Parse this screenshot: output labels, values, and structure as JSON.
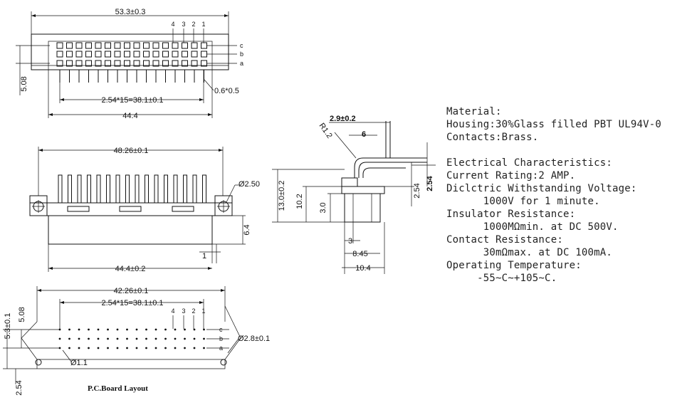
{
  "top_view": {
    "width_dim": "53.3±0.3",
    "pin_numbers": [
      "4",
      "3",
      "2",
      "1"
    ],
    "row_labels": [
      "c",
      "b",
      "a"
    ],
    "height_dim": "5.08",
    "pitch_dim": "2.54*15=38.1±0.1",
    "pin_dim": "0.6*0.5",
    "body_dim": "44.4"
  },
  "front_view": {
    "width_dim": "48.26±0.1",
    "hole_dim": "Ø2.50",
    "depth_dim": "6.4",
    "small_dim": "1",
    "body_dim": "44.4±0.2"
  },
  "side_view": {
    "dim_top": "2.9±0.2",
    "radius": "R1.2",
    "dim_6": "6",
    "dim_254_bold": "2.54",
    "dim_254a": "2.54",
    "dim_13": "13.0±0.2",
    "dim_102": "10.2",
    "dim_30": "3.0",
    "dim_3": "3",
    "dim_845": "8.45",
    "dim_104": "10.4"
  },
  "pcb_layout": {
    "width_dim": "42.26±0.1",
    "pitch_dim": "2.54*15=38.1±0.1",
    "pin_numbers": [
      "4",
      "3",
      "2",
      "1"
    ],
    "row_labels": [
      "c",
      "b",
      "a"
    ],
    "dim_53": "5.3±0.1",
    "dim_508": "5.08",
    "dim_254": "2.54",
    "hole_small": "Ø1.1",
    "hole_large": "Ø2.8±0.1",
    "caption": "P.C.Board Layout"
  },
  "specs": {
    "material_title": "Material:",
    "housing": "Housing:30%Glass filled PBT UL94V-0",
    "contacts": "Contacts:Brass.",
    "electrical_title": "Electrical Characteristics:",
    "current": "Current Rating:2 AMP.",
    "dielectric": "Diclctric Withstanding Voltage:",
    "dielectric_value": "      1000V for 1 minute.",
    "insulator": "Insulator Resistance:",
    "insulator_value": "      1000MΩmin. at DC 500V.",
    "contact_res": "Contact Resistance:",
    "contact_res_value": "      30mΩmax. at DC 100mA.",
    "temp_title": "Operating Temperature:",
    "temp_value": "     -55~C~+105~C."
  }
}
